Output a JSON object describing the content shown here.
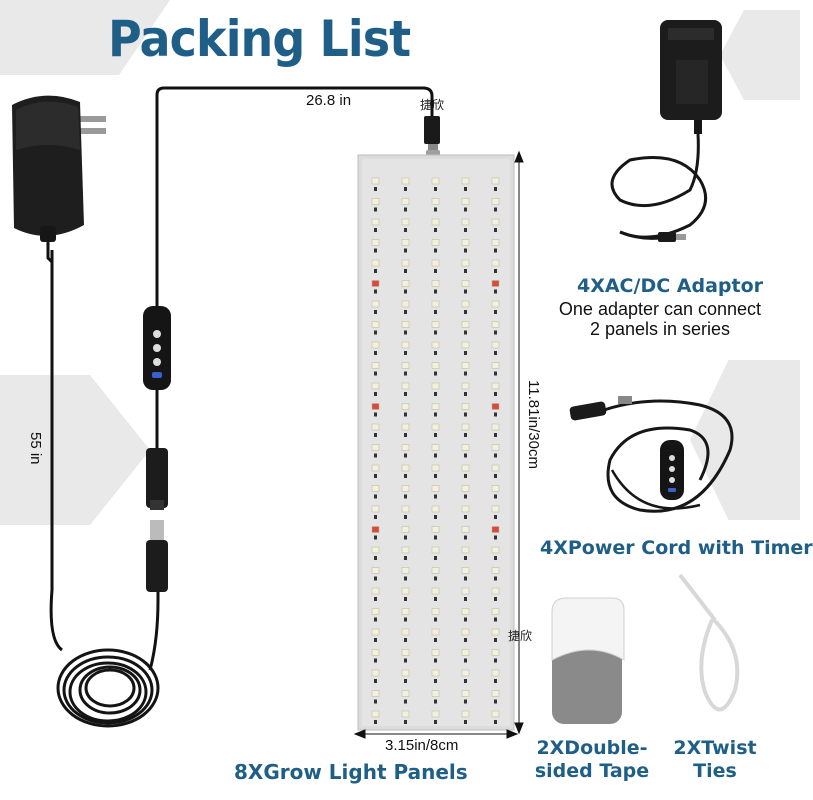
{
  "title": "Packing List",
  "dimensions": {
    "cable_short": "26.8 in",
    "cable_long": "55 in",
    "panel_height": "11.81in/30cm",
    "panel_width": "3.15in/8cm"
  },
  "items": {
    "adaptor": {
      "name": "4XAC/DC Adaptor",
      "desc_line1": "One adapter can connect",
      "desc_line2": "2 panels in series"
    },
    "cord": {
      "name": "4XPower Cord with Timer"
    },
    "panel": {
      "name": "8XGrow Light Panels"
    },
    "tape": {
      "name_line1": "2XDouble-",
      "name_line2": "sided Tape"
    },
    "ties": {
      "name_line1": "2XTwist",
      "name_line2": "Ties"
    }
  },
  "watermarks": [
    "捷欣",
    "捷欣"
  ],
  "colors": {
    "title": "#1f5f87",
    "panel": "#dedede",
    "led": "#f3f0dc",
    "led_red": "#d84a3a",
    "cable": "#111111"
  }
}
